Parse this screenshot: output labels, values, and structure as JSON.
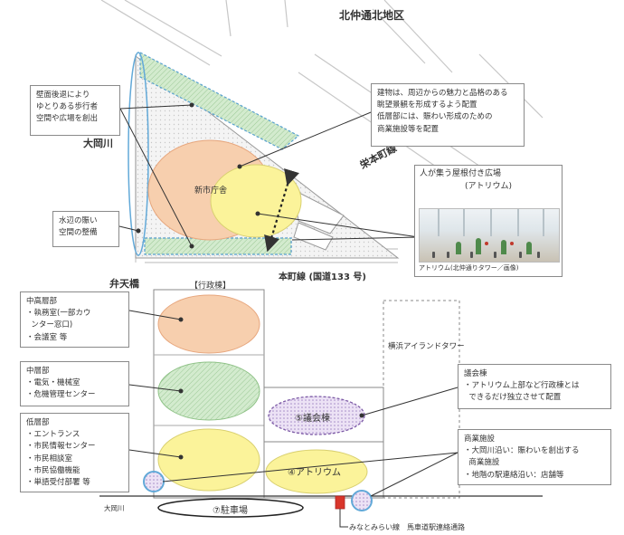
{
  "map": {
    "district_north": "北仲通北地区",
    "river_label": "大岡川",
    "road_right": "栄本町線",
    "road_bottom": "本町線 (国道133 号)",
    "bridge_label": "弁天橋",
    "new_building": "新市庁舎"
  },
  "callouts": {
    "walkway": [
      "壁面後退により",
      "ゆとりある歩行者",
      "空間や広場を創出"
    ],
    "landscape": [
      "建物は、周辺からの魅力と品格のある",
      "眺望景観を形成するよう配置",
      "低層部には、賑わい形成のための",
      "商業施設等を配置"
    ],
    "waterfront": [
      "水辺の賑い",
      "空間の整備"
    ],
    "atrium_title": "人が集う屋根付き広場",
    "atrium_sub": "(アトリウム)",
    "atrium_caption": "アトリウム(北仲通りタワー／画像)"
  },
  "section": {
    "admin_tower": "【行政棟】",
    "high_floor": [
      "中高層部",
      "・執務室(一部カウ",
      "  ンター窓口)",
      "・会議室 等"
    ],
    "mid_floor": [
      "中層部",
      "・電気・機械室",
      "・危機管理センター"
    ],
    "low_floor": [
      "低層部",
      "・エントランス",
      "・市民情報センター",
      "・市民相談室",
      "・市民協働機能",
      "・単語受付部署 等"
    ],
    "island_tower": "横浜アイランドタワー",
    "council_label": "⑤議会棟",
    "atrium_label": "④アトリウム",
    "parking_label": "⑦駐車場",
    "river_small": "大岡川",
    "station_label": "みなとみらい線　馬車道駅連絡通路",
    "council_box": [
      "議会棟",
      "・アトリウム上部など行政棟とは",
      "  できるだけ独立させて配置"
    ],
    "commercial_box": [
      "商業施設",
      "・大岡川沿い：賑わいを創出する",
      "  商業施設",
      "・地階の駅連絡沿い：店舗等"
    ]
  },
  "colors": {
    "orange": "#f7cfae",
    "green": "#cfe8c8",
    "yellow": "#fbf39a",
    "purple": "#d9c7ea",
    "blue": "#62a9d8",
    "red": "#d9362b"
  }
}
